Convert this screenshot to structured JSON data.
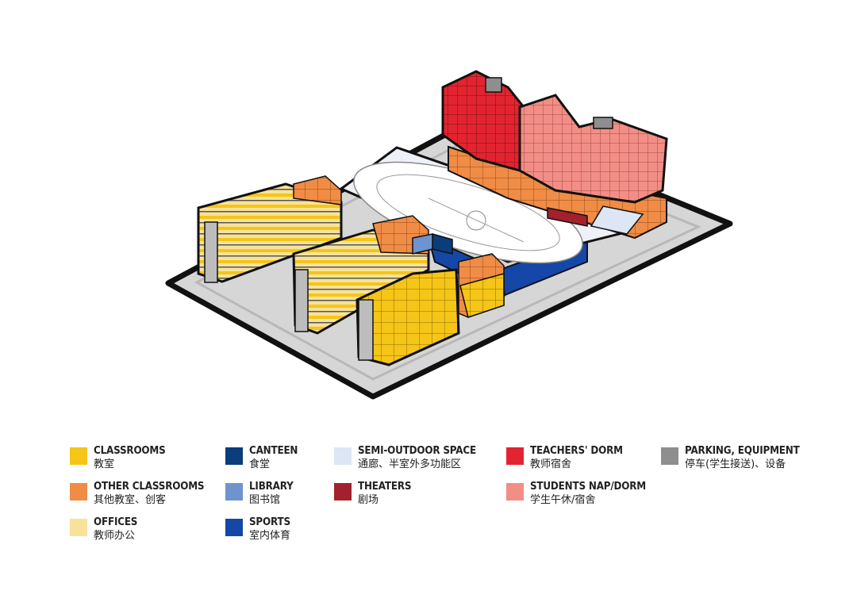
{
  "colors": {
    "classrooms": "#f5c518",
    "other_classrooms": "#f08c45",
    "offices": "#f7e29a",
    "canteen": "#0b3d7a",
    "library": "#6e93cf",
    "sports": "#1447a8",
    "semi_outdoor": "#dce6f4",
    "theaters": "#a3212e",
    "teachers_dorm": "#e32430",
    "students_dorm": "#f28e86",
    "parking": "#8e8e8e",
    "ground": "#d6d6d6",
    "outline": "#111111"
  },
  "legend": [
    {
      "key": "classrooms",
      "en": "CLASSROOMS",
      "zh": "教室",
      "color": "#f5c518"
    },
    {
      "key": "other_classrooms",
      "en": "OTHER CLASSROOMS",
      "zh": "其他教室、创客",
      "color": "#f08c45"
    },
    {
      "key": "offices",
      "en": "OFFICES",
      "zh": "教师办公",
      "color": "#f7e29a"
    },
    {
      "key": "canteen",
      "en": "CANTEEN",
      "zh": "食堂",
      "color": "#0b3d7a"
    },
    {
      "key": "library",
      "en": "LIBRARY",
      "zh": "图书馆",
      "color": "#6e93cf"
    },
    {
      "key": "sports",
      "en": "SPORTS",
      "zh": "室内体育",
      "color": "#1447a8"
    },
    {
      "key": "semi_outdoor",
      "en": "SEMI-OUTDOOR SPACE",
      "zh": "通廊、半室外多功能区",
      "color": "#dce6f4"
    },
    {
      "key": "theaters",
      "en": "THEATERS",
      "zh": "剧场",
      "color": "#a3212e"
    },
    {
      "key": "teachers_dorm",
      "en": "TEACHERS' DORM",
      "zh": "教师宿舍",
      "color": "#e32430"
    },
    {
      "key": "students_dorm",
      "en": "STUDENTS NAP/DORM",
      "zh": "学生午休/宿舍",
      "color": "#f28e86"
    },
    {
      "key": "parking",
      "en": "PARKING, EQUIPMENT",
      "zh": "停车(学生接送)、设备",
      "color": "#8e8e8e"
    }
  ]
}
